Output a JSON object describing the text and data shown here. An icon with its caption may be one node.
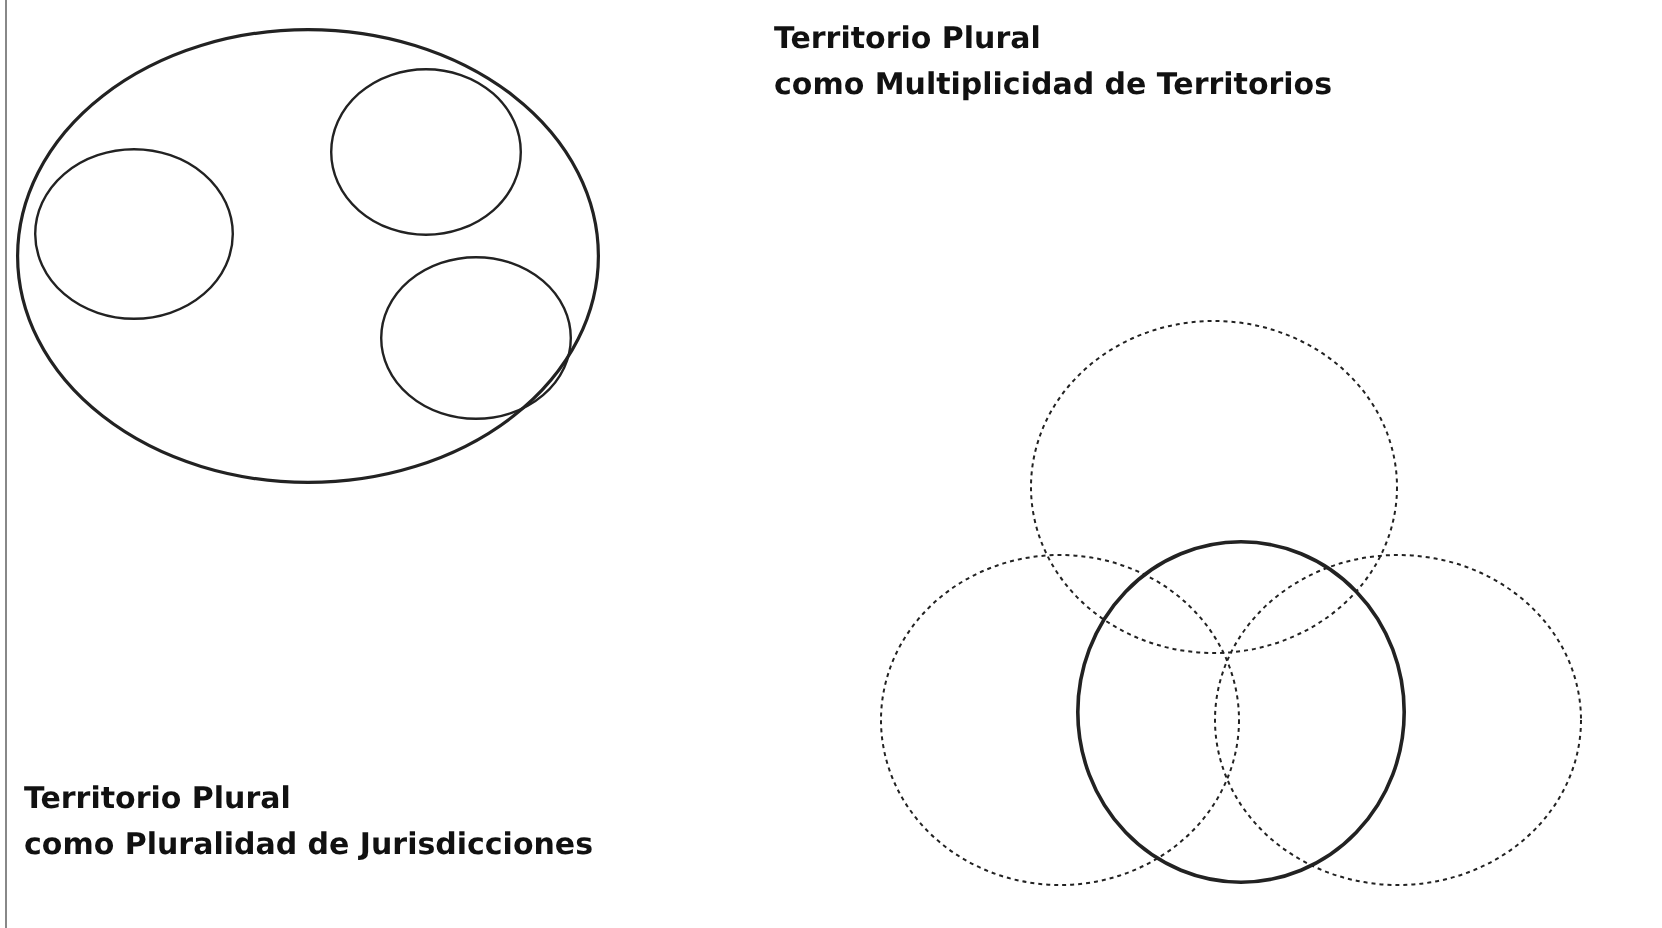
{
  "diagram": {
    "nodes": [
      {
        "text": [],
        "shape": "ellipse"
      },
      {
        "text": [],
        "shape": "ellipse",
        "in": 0
      },
      {
        "text": [],
        "shape": "ellipse",
        "in": 0
      },
      {
        "text": [],
        "shape": "ellipse",
        "in": 0
      },
      {
        "text": [],
        "shape": "ellipse"
      },
      {
        "text": [],
        "shape": "ellipse"
      },
      {
        "text": [],
        "shape": "ellipse"
      },
      {
        "text": [],
        "shape": "ellipse"
      }
    ],
    "labels": [
      "Territorio Plural",
      "como Multiplicidad de Territorios",
      "Territorio Plural",
      "como Pluralidad de Jurisdicciones"
    ]
  }
}
